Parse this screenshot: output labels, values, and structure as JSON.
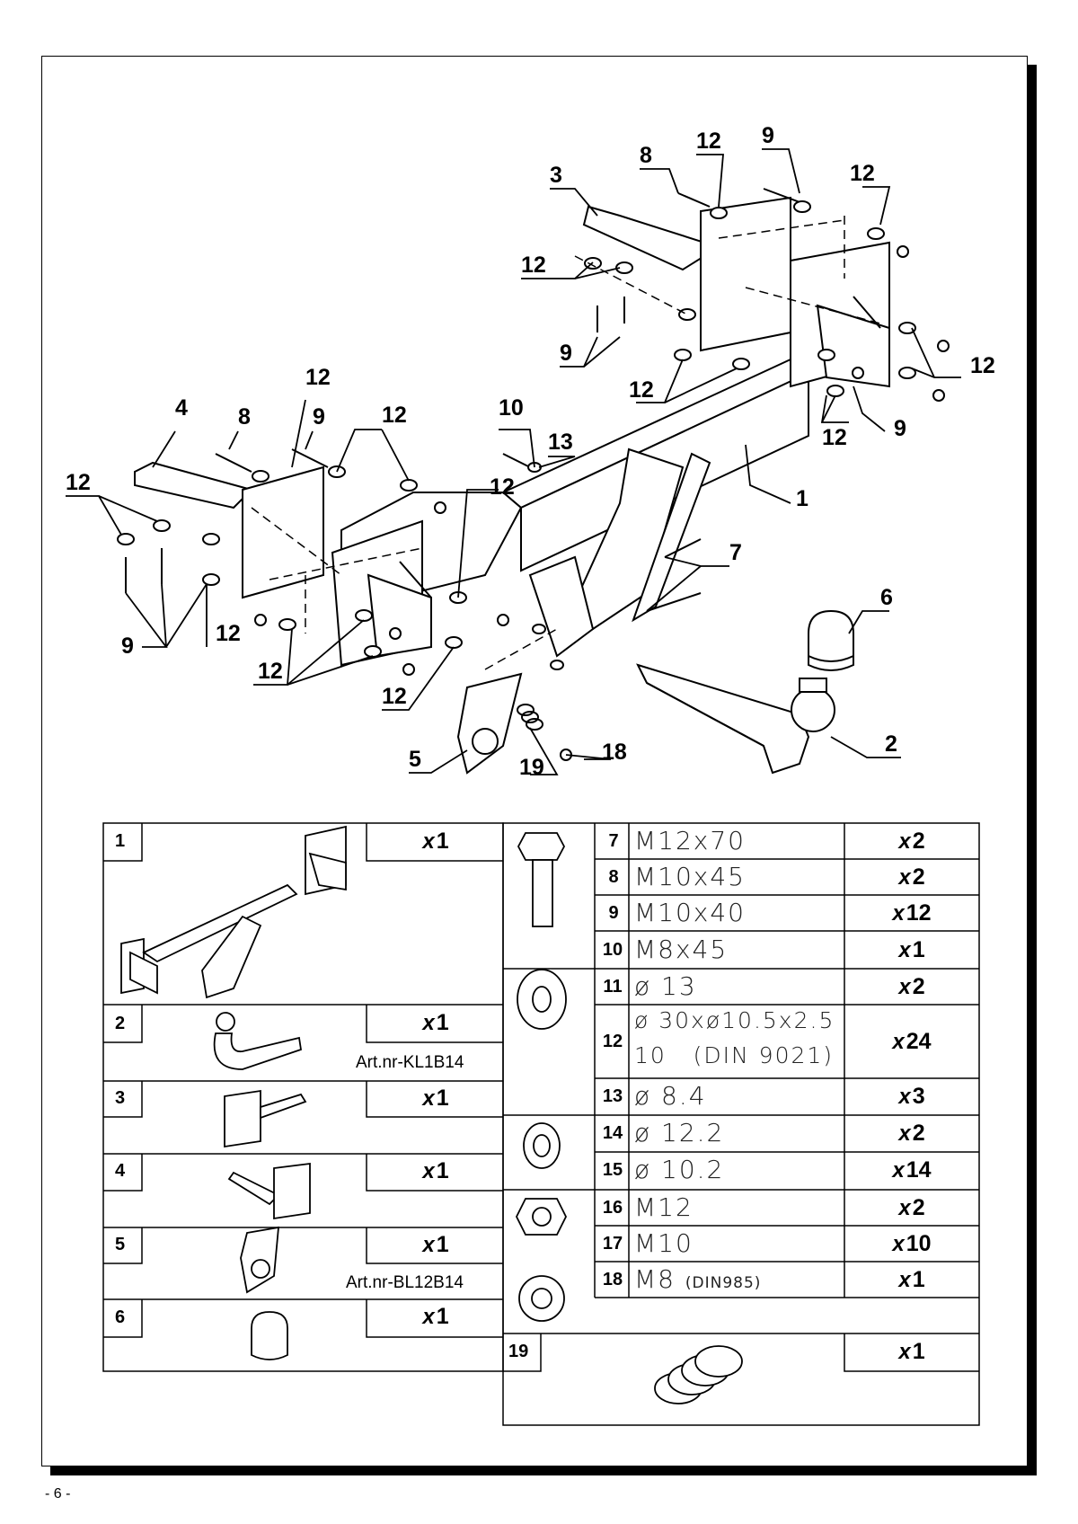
{
  "page_number": "- 6 -",
  "callouts": {
    "c3": "3",
    "c8a": "8",
    "c12a": "12",
    "c9a": "9",
    "c12b": "12",
    "c12c": "12",
    "c9b": "9",
    "c12d": "12",
    "c12e": "12",
    "c12f": "12",
    "c9c": "9",
    "c4": "4",
    "c8b": "8",
    "c9d": "9",
    "c12g": "12",
    "c12h": "12",
    "c10": "10",
    "c13": "13",
    "c12i": "12",
    "c12j": "12",
    "c1": "1",
    "c7": "7",
    "c6": "6",
    "c9e": "9",
    "c12k": "12",
    "c12l": "12",
    "c12m": "12",
    "c2": "2",
    "c5": "5",
    "c19": "19",
    "c18": "18"
  },
  "parts_left": [
    {
      "id": "1",
      "qty": "1",
      "art": ""
    },
    {
      "id": "2",
      "qty": "1",
      "art": "Art.nr-KL1B14"
    },
    {
      "id": "3",
      "qty": "1",
      "art": ""
    },
    {
      "id": "4",
      "qty": "1",
      "art": ""
    },
    {
      "id": "5",
      "qty": "1",
      "art": "Art.nr-BL12B14"
    },
    {
      "id": "6",
      "qty": "1",
      "art": ""
    }
  ],
  "hardware": [
    {
      "id": "7",
      "spec": "M12x70",
      "qty": "2"
    },
    {
      "id": "8",
      "spec": "M10x45",
      "qty": "2"
    },
    {
      "id": "9",
      "spec": "M10x40",
      "qty": "12"
    },
    {
      "id": "10",
      "spec": "M8x45",
      "qty": "1"
    },
    {
      "id": "11",
      "spec": "ø 13",
      "qty": "2"
    },
    {
      "id": "12",
      "spec": "ø 30xø10.5x2.5",
      "spec2": "10   (DIN 9021)",
      "qty": "24"
    },
    {
      "id": "13",
      "spec": "ø 8.4",
      "qty": "3"
    },
    {
      "id": "14",
      "spec": "ø 12.2",
      "qty": "2"
    },
    {
      "id": "15",
      "spec": "ø 10.2",
      "qty": "14"
    },
    {
      "id": "16",
      "spec": "M12",
      "qty": "2"
    },
    {
      "id": "17",
      "spec": "M10",
      "qty": "10"
    },
    {
      "id": "18",
      "spec": "M8",
      "spec_small": "(DIN985)",
      "qty": "1"
    }
  ],
  "spring": {
    "id": "19",
    "qty": "1"
  },
  "qty_prefix": "x"
}
